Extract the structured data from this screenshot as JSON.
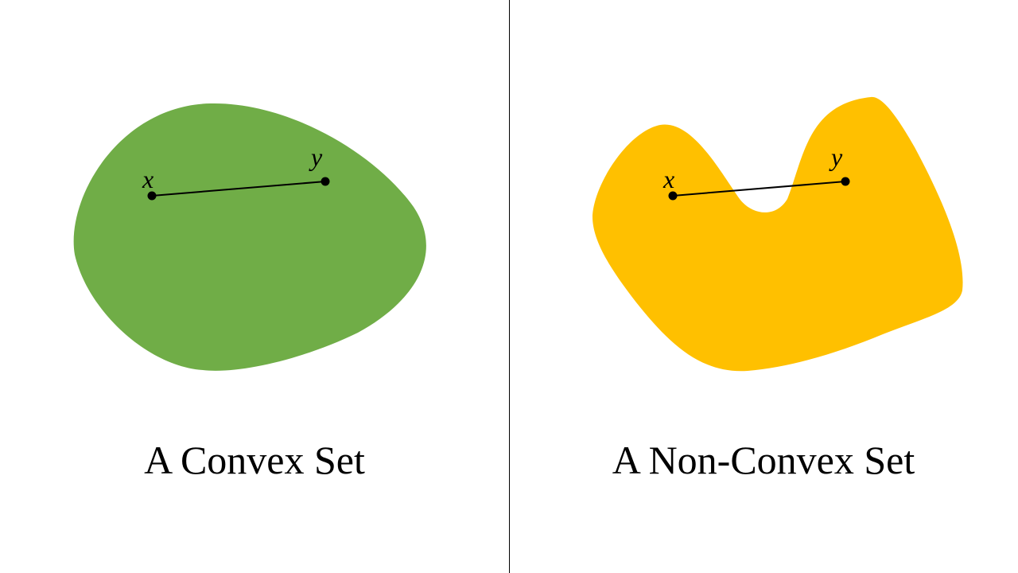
{
  "left_panel": {
    "caption": "A Convex Set",
    "fill_color": "#70AD47",
    "point_x_label": "x",
    "point_y_label": "y"
  },
  "right_panel": {
    "caption": "A Non-Convex Set",
    "fill_color": "#FFC000",
    "point_x_label": "x",
    "point_y_label": "y"
  },
  "colors": {
    "background": "#FFFFFF",
    "line": "#000000",
    "divider": "#000000"
  }
}
